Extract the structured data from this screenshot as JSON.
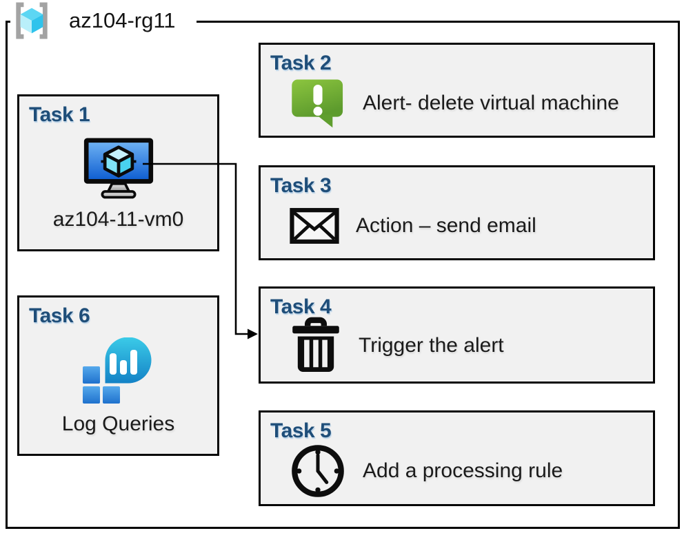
{
  "title": {
    "resource_group": "az104-rg11"
  },
  "tasks": {
    "task1": {
      "heading": "Task 1",
      "label": "az104-11-vm0",
      "icon": "virtual-machine-icon"
    },
    "task2": {
      "heading": "Task 2",
      "label": "Alert- delete virtual machine",
      "icon": "alert-icon"
    },
    "task3": {
      "heading": "Task 3",
      "label": "Action – send email",
      "icon": "email-icon"
    },
    "task4": {
      "heading": "Task 4",
      "label": "Trigger the alert",
      "icon": "trash-icon"
    },
    "task5": {
      "heading": "Task 5",
      "label": "Add a processing rule",
      "icon": "clock-icon"
    },
    "task6": {
      "heading": "Task 6",
      "label": "Log Queries",
      "icon": "log-queries-icon"
    }
  },
  "arrow": {
    "from": "task1-virtual-machine",
    "to": "task4"
  },
  "colors": {
    "heading_blue": "#1f4e79",
    "box_fill": "#f1f1f1",
    "border_black": "#000000",
    "alert_green_top": "#8cc53f",
    "alert_green_bottom": "#5d9b2d",
    "azure_cyan": "#3bcbe8",
    "azure_blue": "#2a7fd4",
    "rg_bracket_gray": "#a3a3a3"
  }
}
